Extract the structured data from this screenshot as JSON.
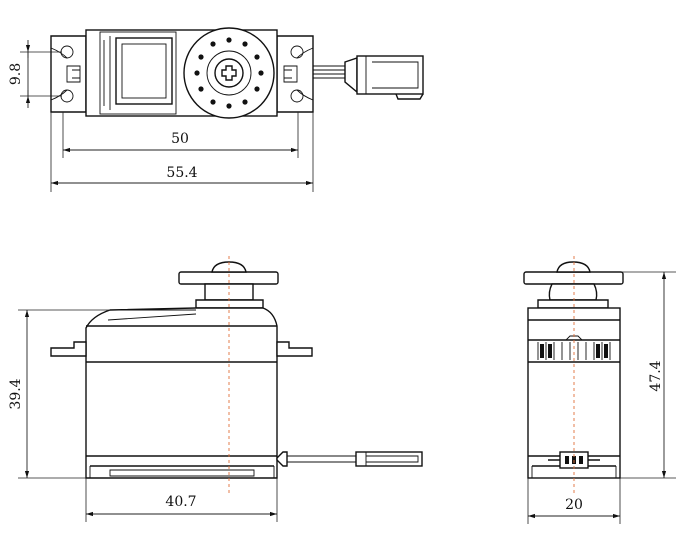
{
  "dimensions": {
    "mount_hole_spacing": "9.8",
    "hole_centers_width": "50",
    "overall_length": "55.4",
    "body_height": "39.4",
    "body_length": "40.7",
    "total_height": "47.4",
    "body_width": "20"
  }
}
